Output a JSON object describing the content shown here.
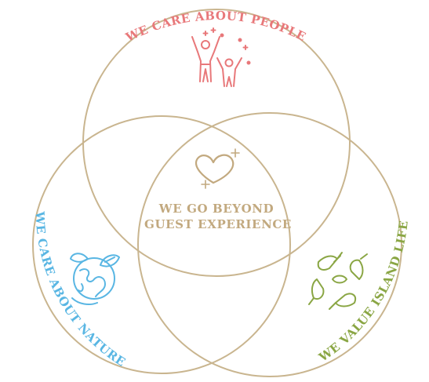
{
  "labels": {
    "people": "WE CARE ABOUT PEOPLE",
    "nature": "WE CARE ABOUT NATURE",
    "island": "WE VALUE ISLAND LIFE",
    "center_line1": "WE GO BEYOND",
    "center_line2": "GUEST EXPERIENCE"
  },
  "icons": {
    "people": "family-icon",
    "nature": "globe-leaf-icon",
    "island": "joined-hands-icon",
    "center": "heart-sparkle-icon"
  },
  "colors": {
    "circle": "#c9b58f",
    "people": "#e8787a",
    "nature": "#59b6e3",
    "island": "#8aa644",
    "center": "#c2a97f"
  }
}
